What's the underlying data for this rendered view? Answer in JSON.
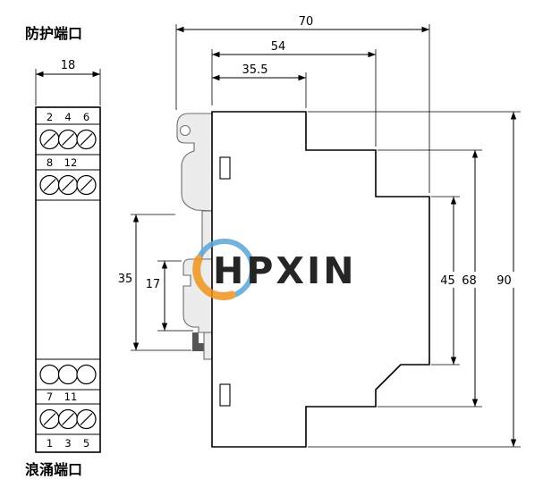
{
  "drawing": {
    "labels": {
      "protection_port": "防护端口",
      "surge_port": "浪涌端口"
    },
    "front_view": {
      "width_dim": "18",
      "terminals": {
        "row1": [
          "2",
          "4",
          "6"
        ],
        "row2": [
          "8",
          "12"
        ],
        "row3": [
          "7",
          "11"
        ],
        "row4": [
          "1",
          "3",
          "5"
        ]
      }
    },
    "side_view": {
      "dims": {
        "depth_total": "70",
        "depth_mid": "54",
        "depth_rear": "35.5",
        "rail_clip_height": "35",
        "rail_slot_height": "17",
        "front_section_height": "45",
        "mid_section_height": "68",
        "total_height": "90"
      }
    },
    "watermark": {
      "text": "HPXIN",
      "text_color": "#2d86c7",
      "logo_ring_color": "#5aa6d8",
      "logo_accent_color": "#f0941e"
    }
  }
}
